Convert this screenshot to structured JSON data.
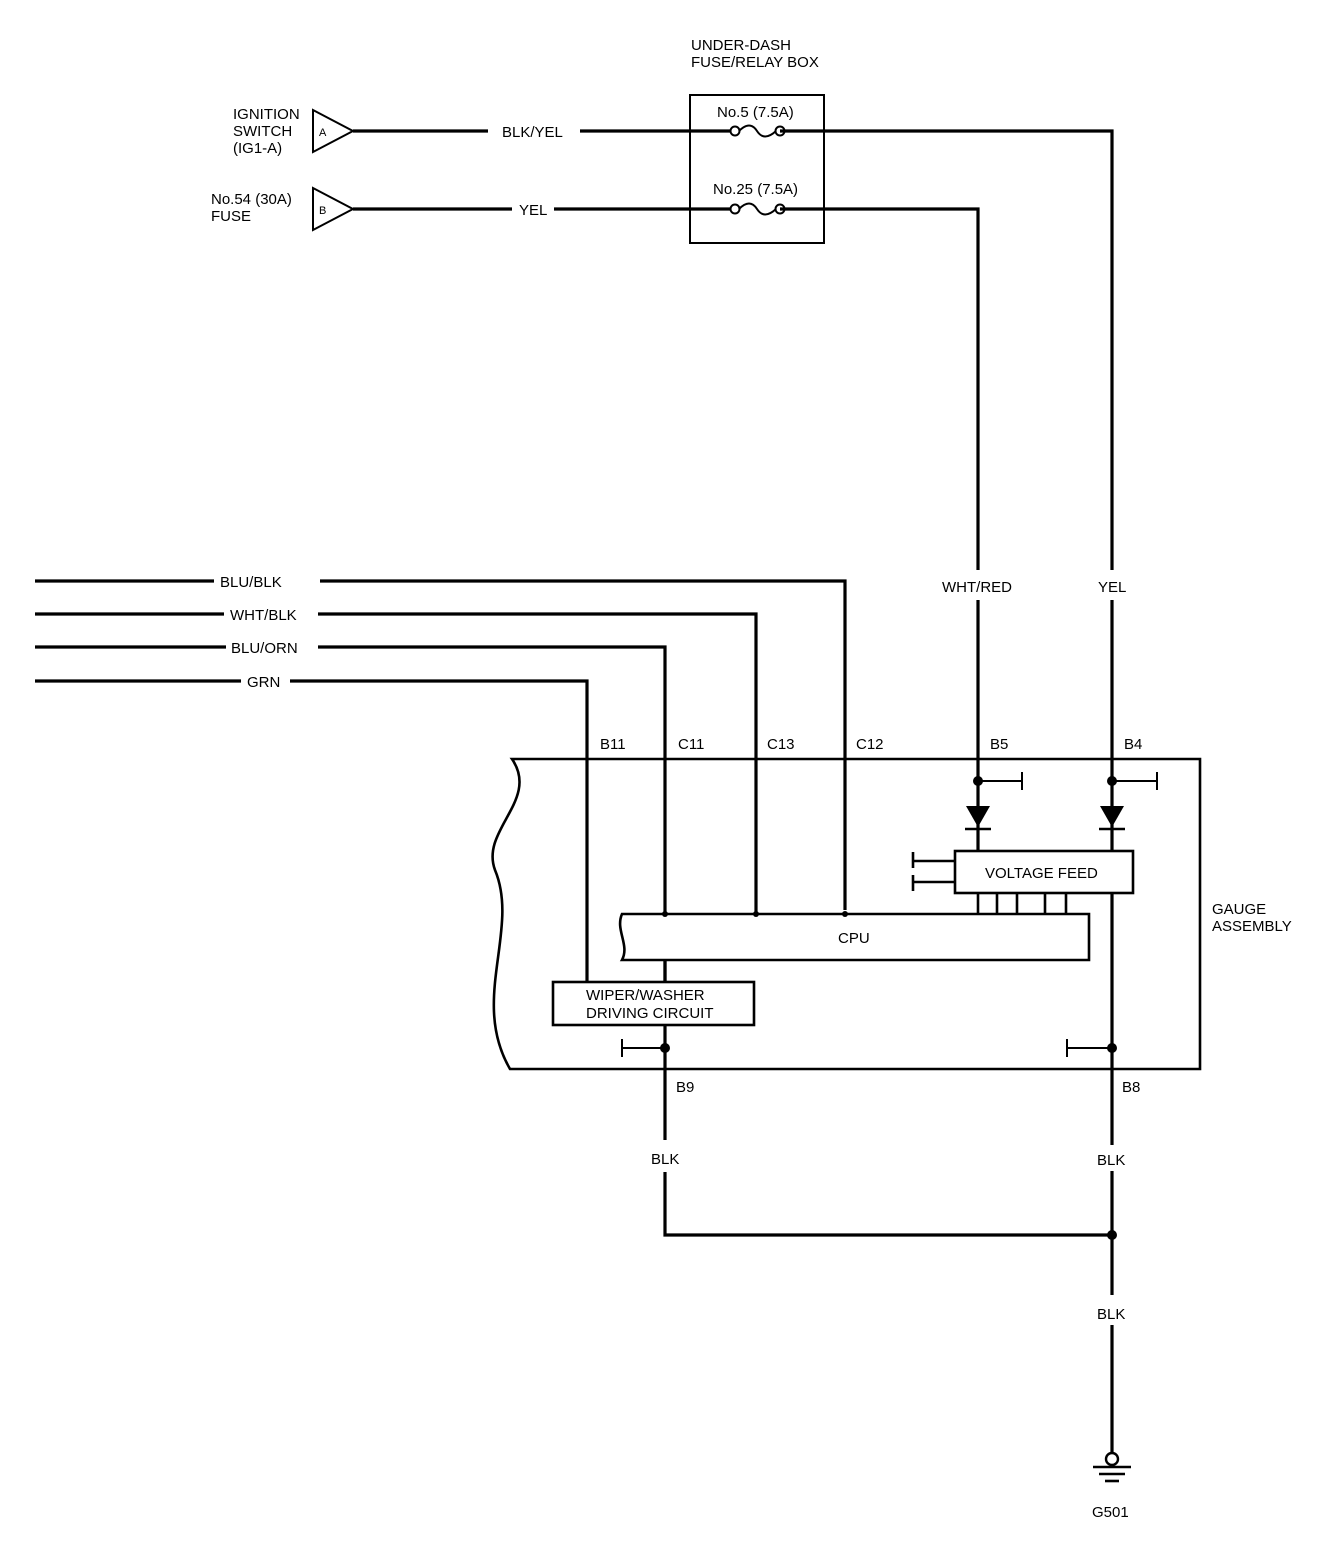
{
  "fuse_box": {
    "line1": "UNDER-DASH",
    "line2": "FUSE/RELAY BOX"
  },
  "fuse_a": "No.5 (7.5A)",
  "fuse_b": "No.25 (7.5A)",
  "source_a": {
    "line1": "IGNITION",
    "line2": "SWITCH",
    "line3": "(IG1-A)",
    "letter": "A"
  },
  "source_b": {
    "line1": "No.54 (30A)",
    "line2": "FUSE",
    "letter": "B"
  },
  "wires": {
    "blk_yel": "BLK/YEL",
    "yel_top": "YEL",
    "wht_red": "WHT/RED",
    "yel_right": "YEL",
    "blu_blk": "BLU/BLK",
    "wht_blk": "WHT/BLK",
    "blu_orn": "BLU/ORN",
    "grn": "GRN",
    "blk_b9": "BLK",
    "blk_b8": "BLK",
    "blk_ground": "BLK"
  },
  "pins": {
    "b11": "B11",
    "c11": "C11",
    "c13": "C13",
    "c12": "C12",
    "b5": "B5",
    "b4": "B4",
    "b9": "B9",
    "b8": "B8"
  },
  "blocks": {
    "voltage_feed": "VOLTAGE FEED",
    "cpu": "CPU",
    "wiper_line1": "WIPER/WASHER",
    "wiper_line2": "DRIVING CIRCUIT"
  },
  "gauge_assembly": {
    "line1": "GAUGE",
    "line2": "ASSEMBLY"
  },
  "ground": "G501"
}
